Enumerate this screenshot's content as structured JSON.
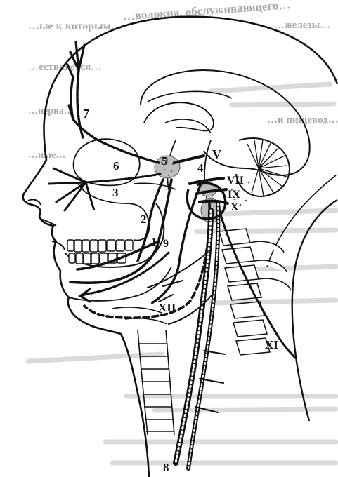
{
  "colors": {
    "ink": "#111111",
    "paper": "#ffffff",
    "bleed": "#a9a9a9",
    "stipple": "#555555"
  },
  "bleed_text": [
    "…волокна, обслуживающего…",
    "…ые к которым…",
    "…железы…",
    "…ествляется…",
    "…и пищевод…",
    "…нерва…",
    "…ные…"
  ],
  "arabic_labels": [
    {
      "id": "7",
      "text": "7"
    },
    {
      "id": "6",
      "text": "6"
    },
    {
      "id": "5",
      "text": "5"
    },
    {
      "id": "4",
      "text": "4"
    },
    {
      "id": "3",
      "text": "3"
    },
    {
      "id": "2",
      "text": "2"
    },
    {
      "id": "1",
      "text": "1"
    },
    {
      "id": "9",
      "text": "9"
    },
    {
      "id": "8",
      "text": "8"
    }
  ],
  "roman_labels": [
    {
      "id": "V",
      "text": "V"
    },
    {
      "id": "VII",
      "text": "VII"
    },
    {
      "id": "IX",
      "text": "IX"
    },
    {
      "id": "X",
      "text": "X"
    },
    {
      "id": "XII",
      "text": "XII"
    },
    {
      "id": "XI",
      "text": "XI"
    }
  ]
}
